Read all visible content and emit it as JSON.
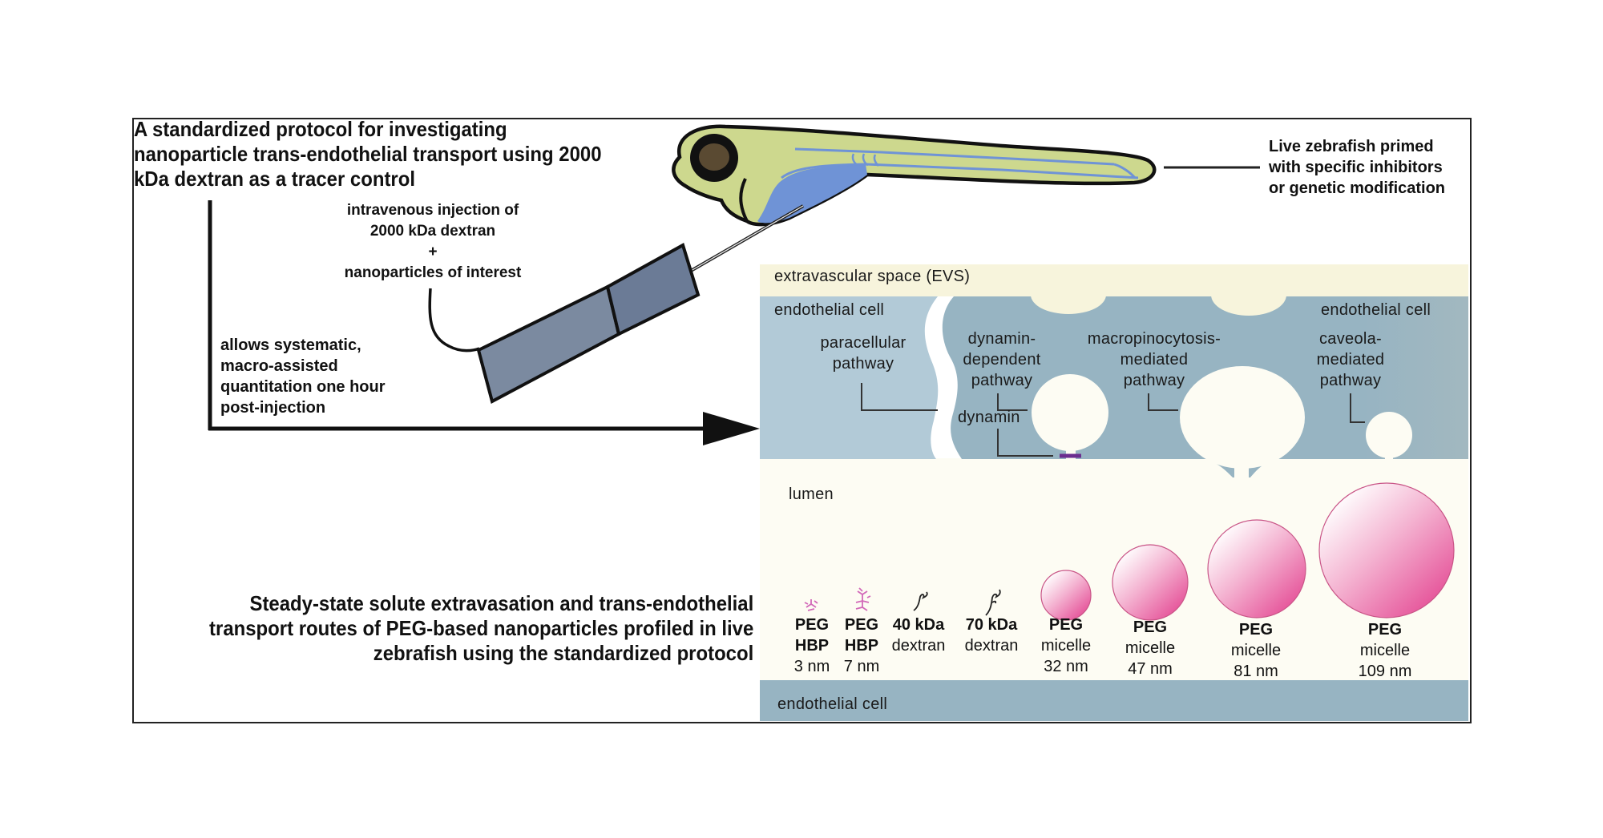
{
  "title": {
    "lines": [
      "A standardized protocol for investigating",
      "nanoparticle trans-endothelial transport using 2000",
      "kDa dextran as a tracer control"
    ]
  },
  "zebrafish_label": {
    "lines": [
      "Live zebrafish primed",
      "with specific inhibitors",
      "or genetic modification"
    ]
  },
  "injection_label": {
    "line1": "intravenous injection of",
    "line2": "2000 kDa dextran",
    "plus": "+",
    "line3": "nanoparticles of interest"
  },
  "quantitation_label": {
    "lines": [
      "allows systematic,",
      "macro-assisted",
      "quantitation one hour",
      "post-injection"
    ]
  },
  "summary": {
    "lines": [
      "Steady-state solute extravasation and trans-endothelial",
      "transport routes of PEG-based nanoparticles profiled in live",
      "zebrafish using the standardized protocol"
    ]
  },
  "vessel": {
    "evs_label": "extravascular space (EVS)",
    "endothelial_left": "endothelial cell",
    "endothelial_right": "endothelial cell",
    "endothelial_bottom": "endothelial cell",
    "lumen_label": "lumen",
    "pathways": {
      "paracellular": [
        "paracellular",
        "pathway"
      ],
      "dynamin": [
        "dynamin-",
        "dependent",
        "pathway"
      ],
      "dynamin_protein": "dynamin",
      "macropinocytosis": [
        "macropinocytosis-",
        "mediated",
        "pathway"
      ],
      "caveola": [
        "caveola-",
        "mediated",
        "pathway"
      ]
    }
  },
  "particles": [
    {
      "kind": "hbp",
      "line1": "PEG",
      "line2": "HBP",
      "size": "3 nm"
    },
    {
      "kind": "hbp",
      "line1": "PEG",
      "line2": "HBP",
      "size": "7 nm"
    },
    {
      "kind": "dextran",
      "line1": "40 kDa",
      "line2": "dextran",
      "size": ""
    },
    {
      "kind": "dextran",
      "line1": "70 kDa",
      "line2": "dextran",
      "size": ""
    },
    {
      "kind": "micelle",
      "line1": "PEG",
      "line2": "micelle",
      "size": "32 nm"
    },
    {
      "kind": "micelle",
      "line1": "PEG",
      "line2": "micelle",
      "size": "47 nm"
    },
    {
      "kind": "micelle",
      "line1": "PEG",
      "line2": "micelle",
      "size": "81 nm"
    },
    {
      "kind": "micelle",
      "line1": "PEG",
      "line2": "micelle",
      "size": "109 nm"
    }
  ],
  "colors": {
    "fish_body": "#cdd88e",
    "fish_vessel": "#6f93d6",
    "fish_eye": "#5a4a32",
    "syringe_barrel": "#7b8aa0",
    "syringe_plunger": "#6b7b96",
    "evs": "#f7f4dc",
    "cell_light": "#b2cad7",
    "cell_dark": "#97b4c2",
    "lumen": "#fdfcf3",
    "micelle": "#e9609e",
    "dynamin": "#6b2d8f",
    "hbp": "#d268b8"
  }
}
